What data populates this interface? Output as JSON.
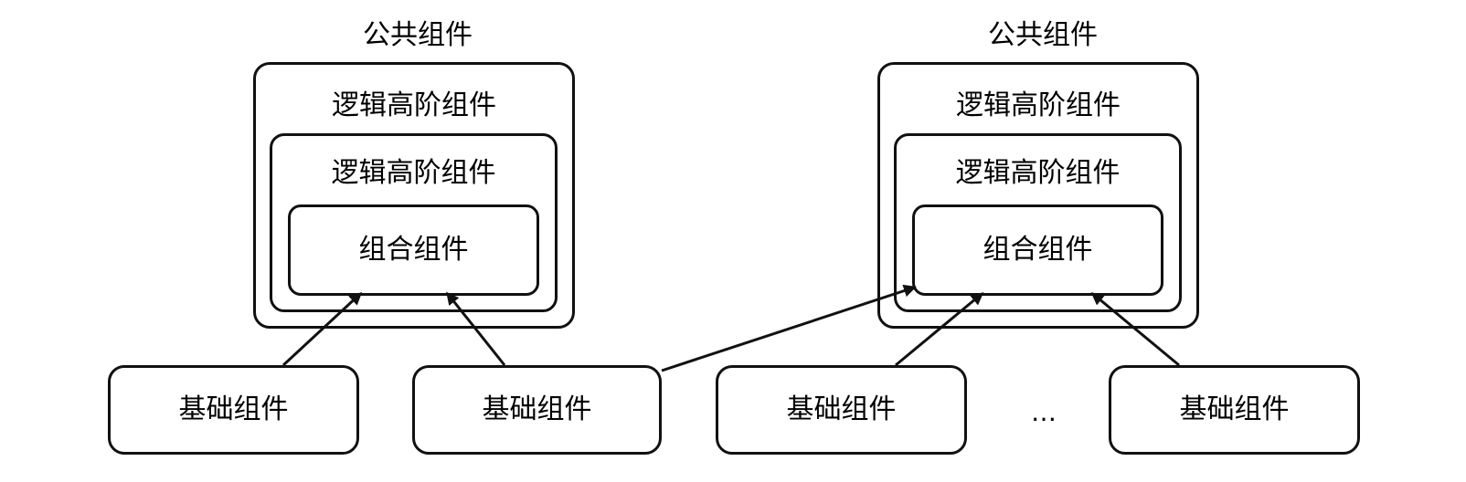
{
  "groups": [
    {
      "title": "公共组件",
      "outer_label": "逻辑高阶组件",
      "inner_label": "逻辑高阶组件",
      "core_label": "组合组件"
    },
    {
      "title": "公共组件",
      "outer_label": "逻辑高阶组件",
      "inner_label": "逻辑高阶组件",
      "core_label": "组合组件"
    }
  ],
  "base_components": [
    {
      "label": "基础组件"
    },
    {
      "label": "基础组件"
    },
    {
      "label": "基础组件"
    },
    {
      "label": "基础组件"
    }
  ],
  "ellipsis": "…"
}
